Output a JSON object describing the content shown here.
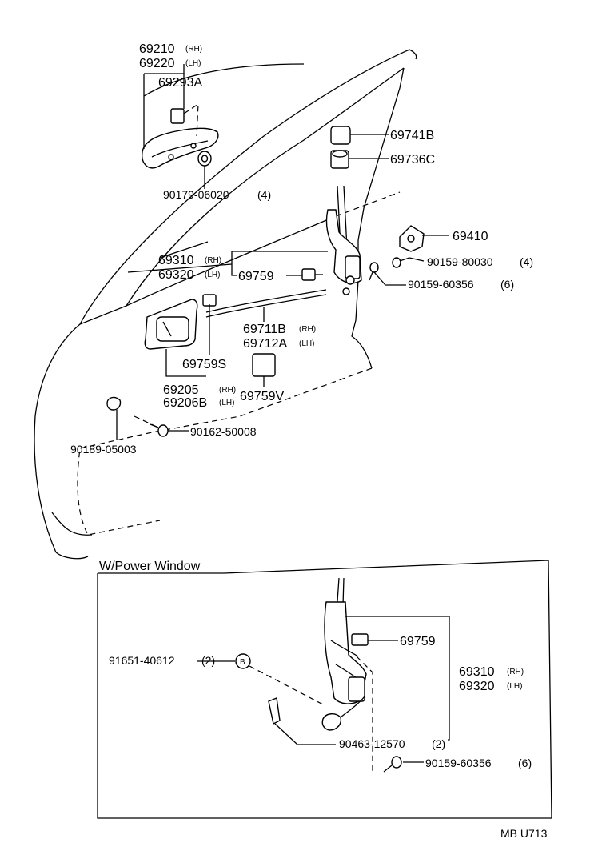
{
  "upper_labels": {
    "p69210": "69210",
    "p69210_rh": "(RH)",
    "p69220": "69220",
    "p69220_lh": "(LH)",
    "p69293a": "69293A",
    "p69741b": "69741B",
    "p69736c": "69736C",
    "p90179": "90179-06020",
    "p90179_qty": "(4)",
    "p69410": "69410",
    "p90159_80030": "90159-80030",
    "p90159_80030_qty": "(4)",
    "p90159_60356": "90159-60356",
    "p90159_60356_qty": "(6)",
    "p69310": "69310",
    "p69310_rh": "(RH)",
    "p69320": "69320",
    "p69320_lh": "(LH)",
    "p69759": "69759",
    "p69711b": "69711B",
    "p69711b_rh": "(RH)",
    "p69712a": "69712A",
    "p69712a_lh": "(LH)",
    "p69759s": "69759S",
    "p69205": "69205",
    "p69205_rh": "(RH)",
    "p69206b": "69206B",
    "p69206b_lh": "(LH)",
    "p69759v": "69759V",
    "p90162": "90162-50008",
    "p90189": "90189-05003"
  },
  "inset": {
    "title": "W/Power Window",
    "p91651": "91651-40612",
    "p91651_qty": "(2)",
    "p91651_marker": "B",
    "p69759": "69759",
    "p69310": "69310",
    "p69310_rh": "(RH)",
    "p69320": "69320",
    "p69320_lh": "(LH)",
    "p90463": "90463-12570",
    "p90463_qty": "(2)",
    "p90159": "90159-60356",
    "p90159_qty": "(6)"
  },
  "diagram_code": "MB U713"
}
